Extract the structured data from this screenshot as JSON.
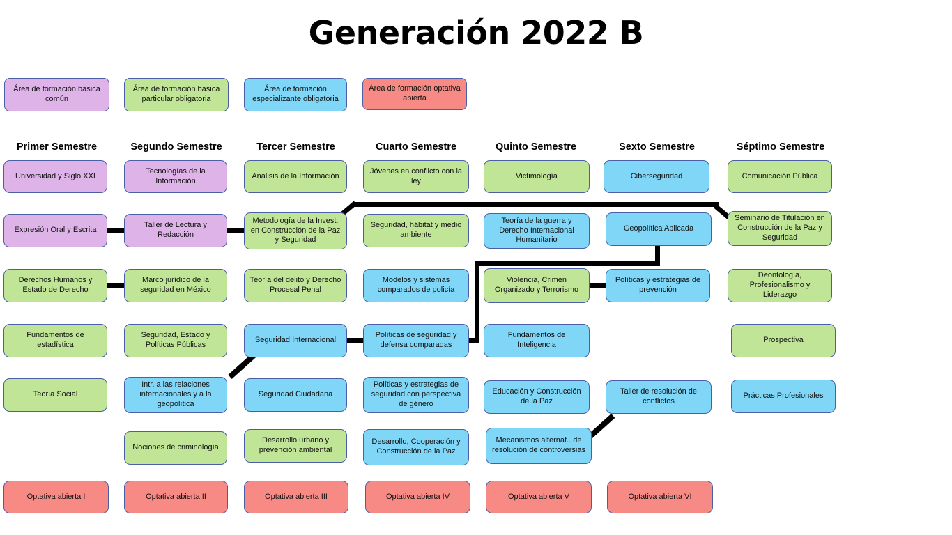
{
  "title": "Generación 2022 B",
  "colors": {
    "basica_comun": "#ddb3e8",
    "basica_particular_obligatoria": "#c1e596",
    "especializante_obligatoria": "#7fd6f7",
    "optativa_abierta": "#f78a84",
    "border": "#4a5fa5",
    "connector": "#000000",
    "background": "#ffffff",
    "text": "#111111"
  },
  "legend": [
    {
      "label": "Área de formación básica común",
      "color_key": "basica_comun"
    },
    {
      "label": "Área de formación básica particular obligatoria",
      "color_key": "basica_particular_obligatoria"
    },
    {
      "label": "Área de formación especializante obligatoria",
      "color_key": "especializante_obligatoria"
    },
    {
      "label": "Área de formación optativa abierta",
      "color_key": "optativa_abierta"
    }
  ],
  "semesters": [
    {
      "header": "Primer Semestre"
    },
    {
      "header": "Segundo Semestre"
    },
    {
      "header": "Tercer Semestre"
    },
    {
      "header": "Cuarto Semestre"
    },
    {
      "header": "Quinto Semestre"
    },
    {
      "header": "Sexto Semestre"
    },
    {
      "header": "Séptimo Semestre"
    }
  ],
  "courses": {
    "s1r1": "Universidad y Siglo XXI",
    "s1r2": "Expresión Oral y Escrita",
    "s1r3": "Derechos Humanos y Estado de Derecho",
    "s1r4": "Fundamentos de estadística",
    "s1r5": "Teoría Social",
    "s1opt": "Optativa abierta I",
    "s2r1": "Tecnologías de la Información",
    "s2r2": "Taller de Lectura y Redacción",
    "s2r3": "Marco jurídico de la seguridad en México",
    "s2r4": "Seguridad, Estado y Políticas Públicas",
    "s2r5": "Intr. a las relaciones internacionales y a la geopolítica",
    "s2r6": "Nociones de criminología",
    "s2opt": "Optativa abierta II",
    "s3r1": "Análisis de la Información",
    "s3r2": "Metodología de la Invest. en Construcción de la Paz y Seguridad",
    "s3r3": "Teoría del delito y Derecho Procesal Penal",
    "s3r4": "Seguridad Internacional",
    "s3r5": "Seguridad Ciudadana",
    "s3r6": "Desarrollo urbano y prevención ambiental",
    "s3opt": "Optativa abierta III",
    "s4r1": "Jóvenes en conflicto con la ley",
    "s4r2": "Seguridad, hábitat y medio ambiente",
    "s4r3": "Modelos y sistemas comparados de policía",
    "s4r4": "Políticas de seguridad y defensa comparadas",
    "s4r5": "Políticas y estrategias de seguridad con perspectiva de género",
    "s4r6": "Desarrollo, Cooperación y Construcción de la Paz",
    "s4opt": "Optativa abierta IV",
    "s5r1": "Victimología",
    "s5r2": "Teoría de la guerra y Derecho Internacional Humanitario",
    "s5r3": "Violencia, Crimen Organizado y Terrorismo",
    "s5r4": "Fundamentos de Inteligencia",
    "s5r5": "Educación y Construcción de la Paz",
    "s5r6": "Mecanismos alternat.. de resolución de controversias",
    "s5opt": "Optativa abierta V",
    "s6r1": "Ciberseguridad",
    "s6r2": "Geopolítica Aplicada",
    "s6r3": "Políticas y estrategias de prevención",
    "s6r5": "Taller de resolución de conflictos",
    "s6opt": "Optativa abierta VI",
    "s7r1": "Comunicación Pública",
    "s7r2": "Seminario de Titulación en Construcción de la Paz y Seguridad",
    "s7r3": "Deontología, Profesionalismo y Liderazgo",
    "s7r4": "Prospectiva",
    "s7r5": "Prácticas Profesionales"
  }
}
